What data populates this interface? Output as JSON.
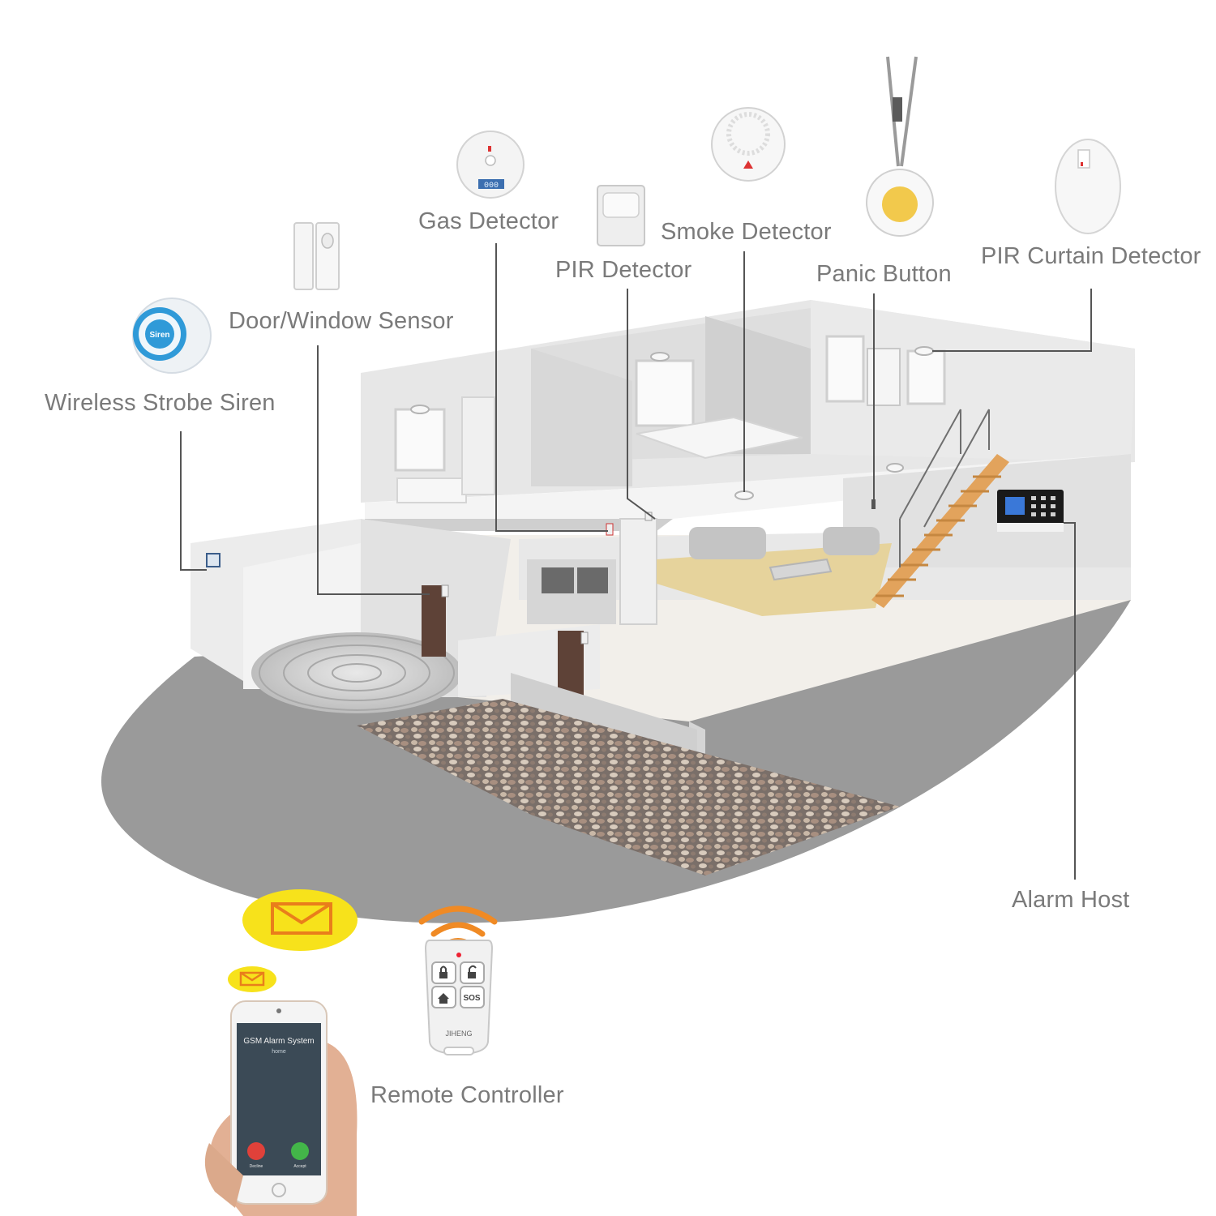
{
  "labels": {
    "gas_detector": "Gas Detector",
    "smoke_detector": "Smoke Detector",
    "pir_detector": "PIR Detector",
    "panic_button": "Panic Button",
    "pir_curtain_detector": "PIR Curtain Detector",
    "door_window_sensor": "Door/Window Sensor",
    "wireless_strobe_siren": "Wireless Strobe Siren",
    "alarm_host": "Alarm Host",
    "remote_controller": "Remote Controller"
  },
  "devices": {
    "siren_text": "Siren",
    "gas_display": "000",
    "remote_sos": "SOS",
    "remote_brand": "JIHENG"
  },
  "phone": {
    "app_title": "GSM Alarm System",
    "caller": "home",
    "decline": "Decline",
    "accept": "Accept"
  },
  "colors": {
    "leader_line": "#555555",
    "label_text": "#7a7a7a",
    "ground": "#9a9a9a",
    "wall": "#e4e4e4",
    "floor": "#f2efea",
    "rug": "#e6d39c",
    "stair": "#e2a35c",
    "notification": "#f7e21b",
    "signal": "#f08a24",
    "door": "#5e4237"
  }
}
